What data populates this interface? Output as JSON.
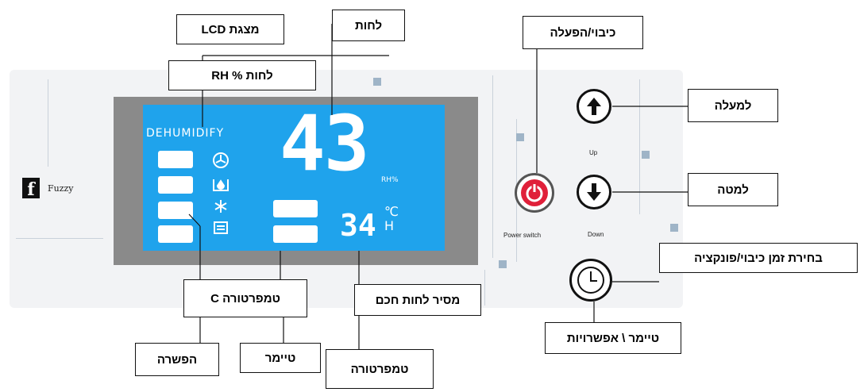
{
  "brand": {
    "logo": "f",
    "name": "Fuzzy"
  },
  "lcd": {
    "mode_text": "DEHUMIDIFY",
    "humidity_value": "43",
    "humidity_unit": "RH%",
    "temperature_value": "34",
    "temperature_unit": "℃ H",
    "icons": [
      "fan-icon",
      "tank-full-icon",
      "defrost-icon",
      "filter-icon"
    ]
  },
  "buttons": {
    "up_caption": "Up",
    "down_caption": "Down",
    "power_caption": "Power switch",
    "colors": {
      "power_ring": "#e0203a",
      "lcd": "#1fa3ec",
      "frame": "#8a8a8a"
    }
  },
  "callouts": {
    "lcd_display": "מצגת LCD",
    "humidity": "לחות",
    "humidity_rh": "לחות % RH",
    "power": "כיבוי/הפעלה",
    "up": "למעלה",
    "down": "למטה",
    "timer_select": "בחירת זמן כיבוי/פונקציה",
    "timer_options": "טיימר \\ אפשרויות",
    "temperature_c": "טמפרטורה C",
    "smart_dehumidifier": "מסיר לחות חכם",
    "defrost": "הפשרה",
    "timer": "טיימר",
    "temperature": "טמפרטורה"
  }
}
